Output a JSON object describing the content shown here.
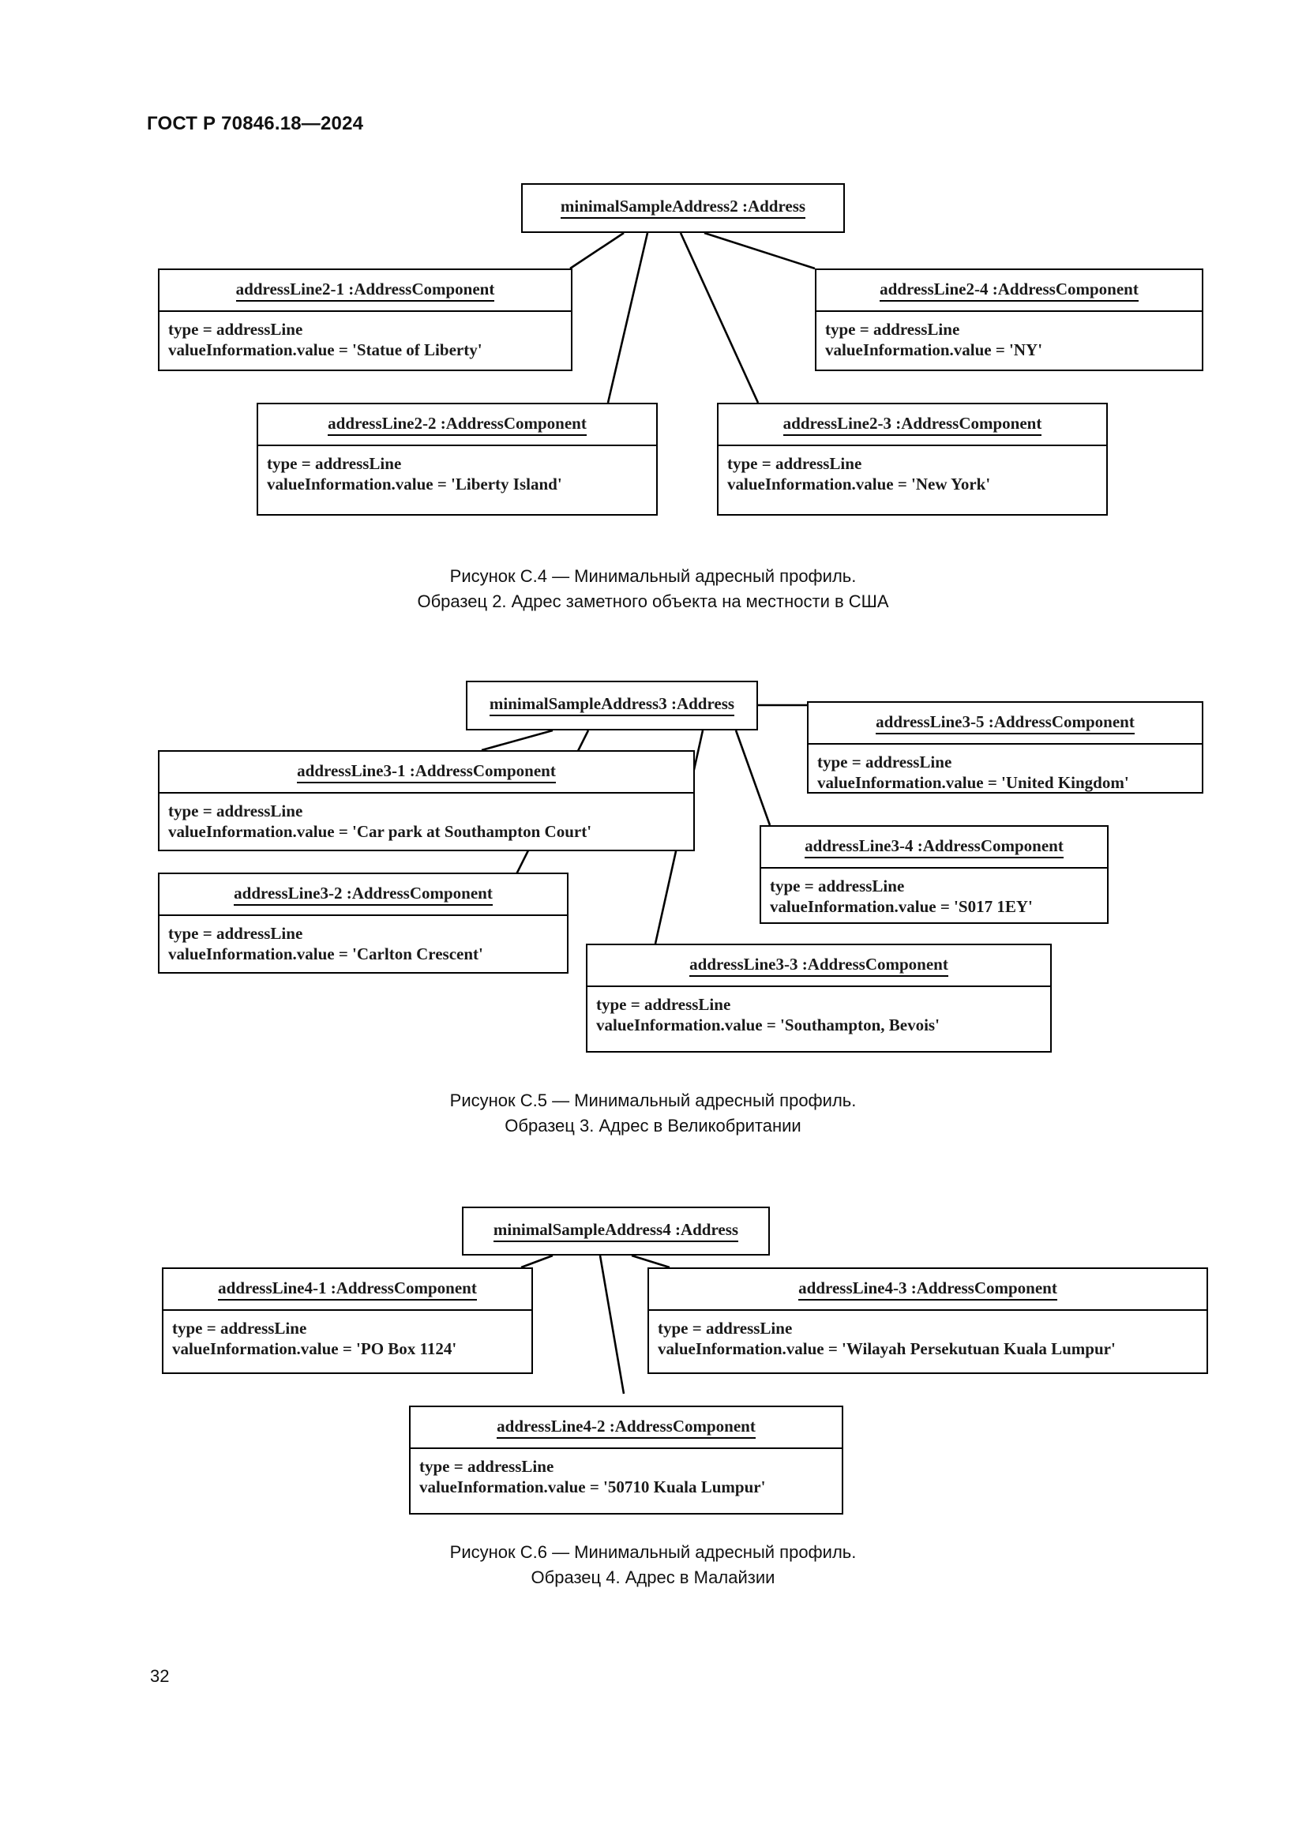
{
  "document": {
    "header": "ГОСТ Р 70846.18—2024",
    "page_number": "32"
  },
  "figures": [
    {
      "id": "figure-c4",
      "caption_line1": "Рисунок С.4 — Минимальный адресный профиль.",
      "caption_line2": "Образец 2. Адрес заметного объекта на местности в США",
      "root": {
        "title": "minimalSampleAddress2 :Address"
      },
      "nodes": [
        {
          "title": "addressLine2-1 :AddressComponent",
          "attr1": "type = addressLine",
          "attr2": "valueInformation.value = 'Statue of  Liberty'"
        },
        {
          "title": "addressLine2-4 :AddressComponent",
          "attr1": "type = addressLine",
          "attr2": "valueInformation.value = 'NY'"
        },
        {
          "title": "addressLine2-2 :AddressComponent",
          "attr1": "type = addressLine",
          "attr2": "valueInformation.value = 'Liberty Island'"
        },
        {
          "title": "addressLine2-3 :AddressComponent",
          "attr1": "type = addressLine",
          "attr2": "valueInformation.value = 'New York'"
        }
      ]
    },
    {
      "id": "figure-c5",
      "caption_line1": "Рисунок С.5 — Минимальный адресный профиль.",
      "caption_line2": "Образец 3. Адрес в Великобритании",
      "root": {
        "title": "minimalSampleAddress3 :Address"
      },
      "nodes": [
        {
          "title": "addressLine3-5 :AddressComponent",
          "attr1": "type = addressLine",
          "attr2": "valueInformation.value = 'United Kingdom'"
        },
        {
          "title": "addressLine3-1 :AddressComponent",
          "attr1": "type = addressLine",
          "attr2": "valueInformation.value = 'Car park at Southampton Court'"
        },
        {
          "title": "addressLine3-4 :AddressComponent",
          "attr1": "type = addressLine",
          "attr2": "valueInformation.value = 'S017 1EY'"
        },
        {
          "title": "addressLine3-2 :AddressComponent",
          "attr1": "type = addressLine",
          "attr2": "valueInformation.value = 'Carlton Crescent'"
        },
        {
          "title": "addressLine3-3 :AddressComponent",
          "attr1": "type = addressLine",
          "attr2": "valueInformation.value = 'Southampton, Bevois'"
        }
      ]
    },
    {
      "id": "figure-c6",
      "caption_line1": "Рисунок С.6 — Минимальный адресный профиль.",
      "caption_line2": "Образец 4. Адрес в Малайзии",
      "root": {
        "title": "minimalSampleAddress4 :Address"
      },
      "nodes": [
        {
          "title": "addressLine4-1 :AddressComponent",
          "attr1": "type = addressLine",
          "attr2": "valueInformation.value = 'PO Box 1124'"
        },
        {
          "title": "addressLine4-3 :AddressComponent",
          "attr1": "type = addressLine",
          "attr2": "valueInformation.value = 'Wilayah Persekutuan Kuala Lumpur'"
        },
        {
          "title": "addressLine4-2 :AddressComponent",
          "attr1": "type = addressLine",
          "attr2": "valueInformation.value = '50710 Kuala Lumpur'"
        }
      ]
    }
  ]
}
